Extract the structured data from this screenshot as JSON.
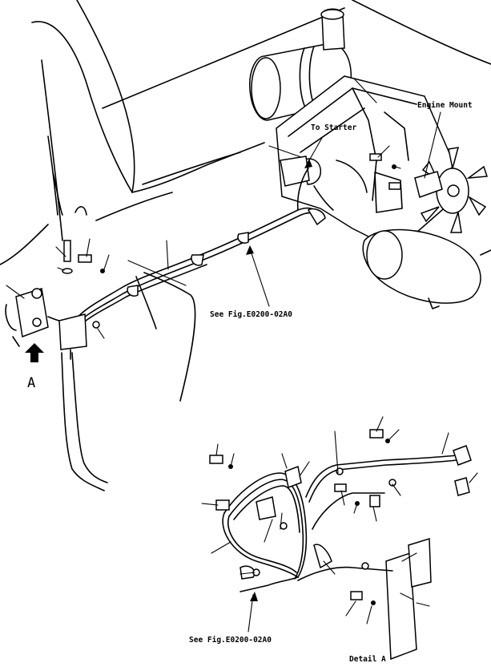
{
  "labels": {
    "to_starter": "To Starter",
    "engine_mount": "Engine Mount",
    "see_fig_upper": "See Fig.E0200-02A0",
    "see_fig_lower": "See Fig.E0200-02A0",
    "view_marker": "A",
    "detail_caption": "Detail A"
  }
}
